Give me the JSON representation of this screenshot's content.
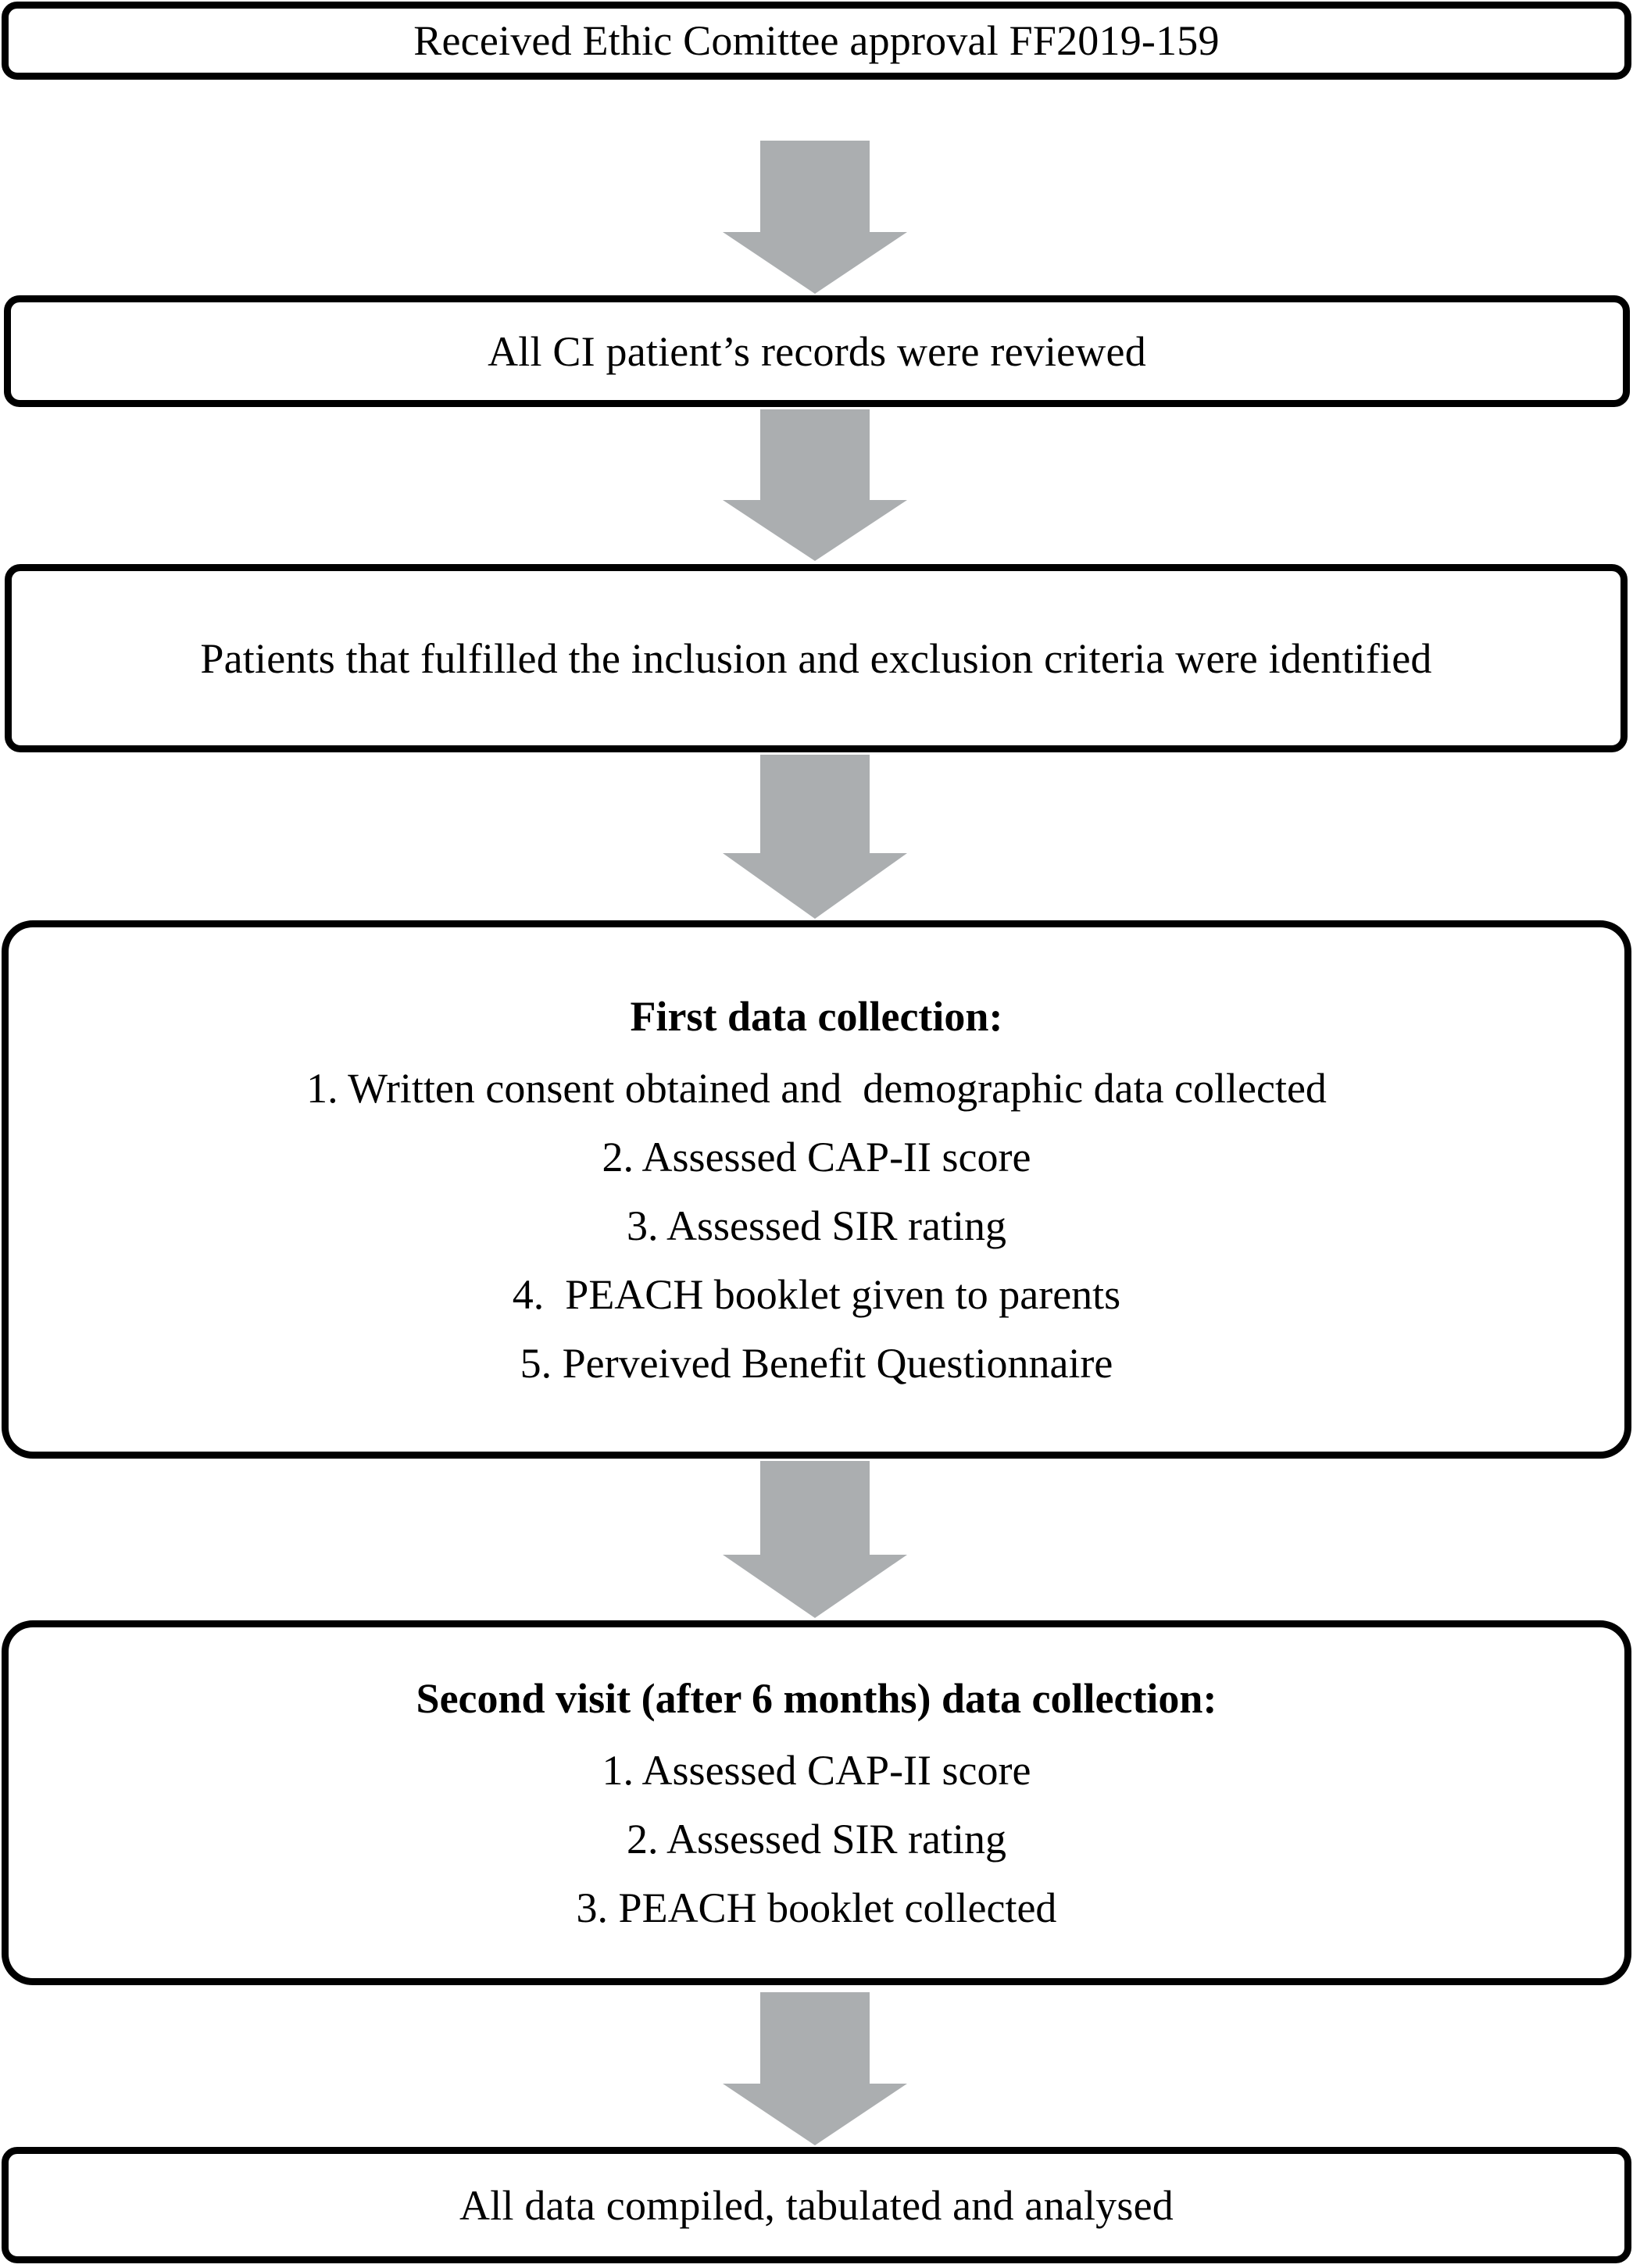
{
  "diagram": {
    "title": "Study methodology flowchart",
    "orientation": "vertical-top-to-bottom",
    "arrow_color": "#ABAEB0",
    "box_border_color": "#000000",
    "box_fill_color": "#FFFFFF",
    "text_color": "#000000"
  },
  "nodes": {
    "ethics": {
      "text": "Received Ethic Comittee approval FF2019-159"
    },
    "records": {
      "text": "All CI patient’s records were reviewed"
    },
    "criteria": {
      "text": "Patients that fulfilled the inclusion and exclusion criteria were identified"
    },
    "first_collection": {
      "heading": "First data collection:",
      "items": [
        "1. Written consent obtained and  demographic data collected",
        "2. Assessed CAP-II score",
        "3. Assessed SIR rating",
        "4.  PEACH booklet given to parents",
        "5. Perveived Benefit Questionnaire"
      ]
    },
    "second_collection": {
      "heading": "Second visit (after 6 months) data collection:",
      "items": [
        "1. Assessed CAP-II score",
        "2. Assessed SIR rating",
        "3. PEACH booklet collected"
      ]
    },
    "analysis": {
      "text": "All data compiled, tabulated and analysed"
    }
  },
  "connectors": [
    {
      "id": "arrow-1",
      "from": "ethics",
      "to": "records",
      "shape": "down-arrow"
    },
    {
      "id": "arrow-2",
      "from": "records",
      "to": "criteria",
      "shape": "down-arrow"
    },
    {
      "id": "arrow-3",
      "from": "criteria",
      "to": "first_collection",
      "shape": "down-arrow"
    },
    {
      "id": "arrow-4",
      "from": "first_collection",
      "to": "second_collection",
      "shape": "down-arrow"
    },
    {
      "id": "arrow-5",
      "from": "second_collection",
      "to": "analysis",
      "shape": "down-arrow"
    }
  ]
}
